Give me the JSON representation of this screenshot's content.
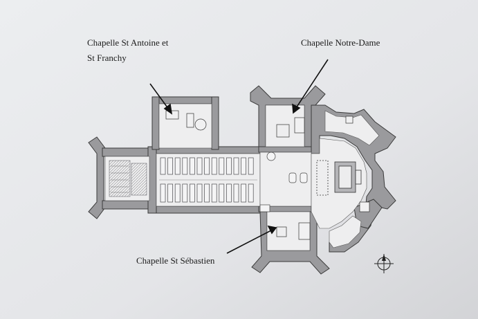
{
  "labels": {
    "antoine_line1": "Chapelle St Antoine et",
    "antoine_line2": "St Franchy",
    "notre_dame": "Chapelle Notre-Dame",
    "sebastien": "Chapelle St Sébastien"
  },
  "colors": {
    "paper": "#e6e7ea",
    "paper_edge": "#c9cacd",
    "wall": "#9a9a9d",
    "wall_outline": "#3a3a3a",
    "interior": "#eeeeef",
    "ink": "#1a1a1a"
  },
  "icons": {
    "north_arrow": "compass-north-icon"
  }
}
